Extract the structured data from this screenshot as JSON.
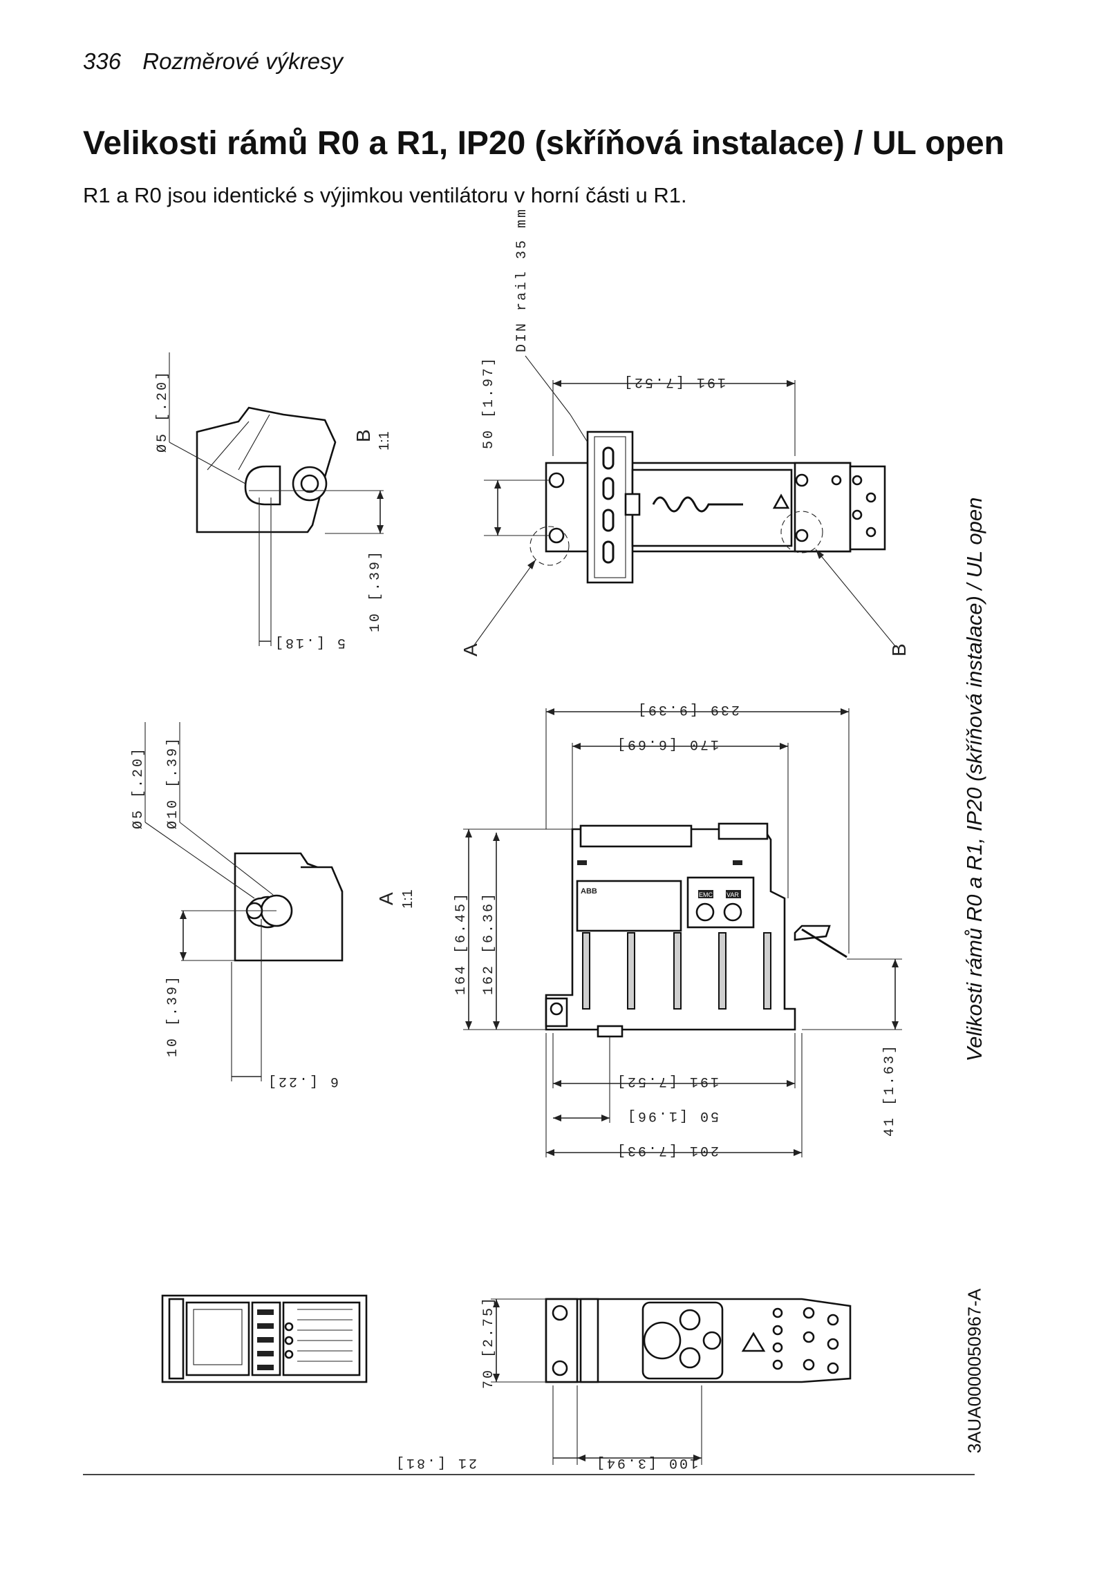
{
  "header": {
    "page_number": "336",
    "section": "Rozměrové výkresy"
  },
  "title": "Velikosti rámů R0 a R1, IP20 (skříňová instalace) / UL open",
  "subtitle": "R1 a R0 jsou identické s výjimkou ventilátoru v horní části u R1.",
  "side_title": "Velikosti rámů R0 a R1, IP20 (skříňová instalace) / UL open",
  "document_id": "3AUA0000050967-A",
  "drawing": {
    "din_rail_label": "DIN rail 35 mm",
    "detail_b_top_dims": {
      "diameter": "Ø5 [.20]",
      "height": "10 [.39]",
      "offset": "5 [.18]"
    },
    "detail_b_label": "B",
    "detail_b_scale": "1:1",
    "rail_view_dims": {
      "width": "191 [7.52]",
      "height": "50 [1.97]"
    },
    "callout_a": "A",
    "callout_b": "B",
    "detail_a_dims": {
      "diameter_small": "Ø5 [.20]",
      "diameter_large": "Ø10 [.39]",
      "height": "10 [.39]",
      "offset": "6 [.22]"
    },
    "detail_a_label": "A",
    "detail_a_scale": "1:1",
    "front_view_dims": {
      "width_total": "239 [9.39]",
      "width_body": "170 [6.69]",
      "height_total": "164 [6.45]",
      "height_body": "162 [6.36]",
      "mount_width": "191 [7.52]",
      "mount_offset": "50 [1.96]",
      "base_width": "201 [7.93]",
      "clamp_height": "41 [1.63]"
    },
    "front_panel": {
      "logo": "ABB",
      "led_left": "EMC",
      "led_right": "VAR"
    },
    "bottom_view_dims": {
      "height": "70 [2.75]",
      "side_offset": "21 [.81]",
      "depth": "100 [3.94]"
    }
  }
}
